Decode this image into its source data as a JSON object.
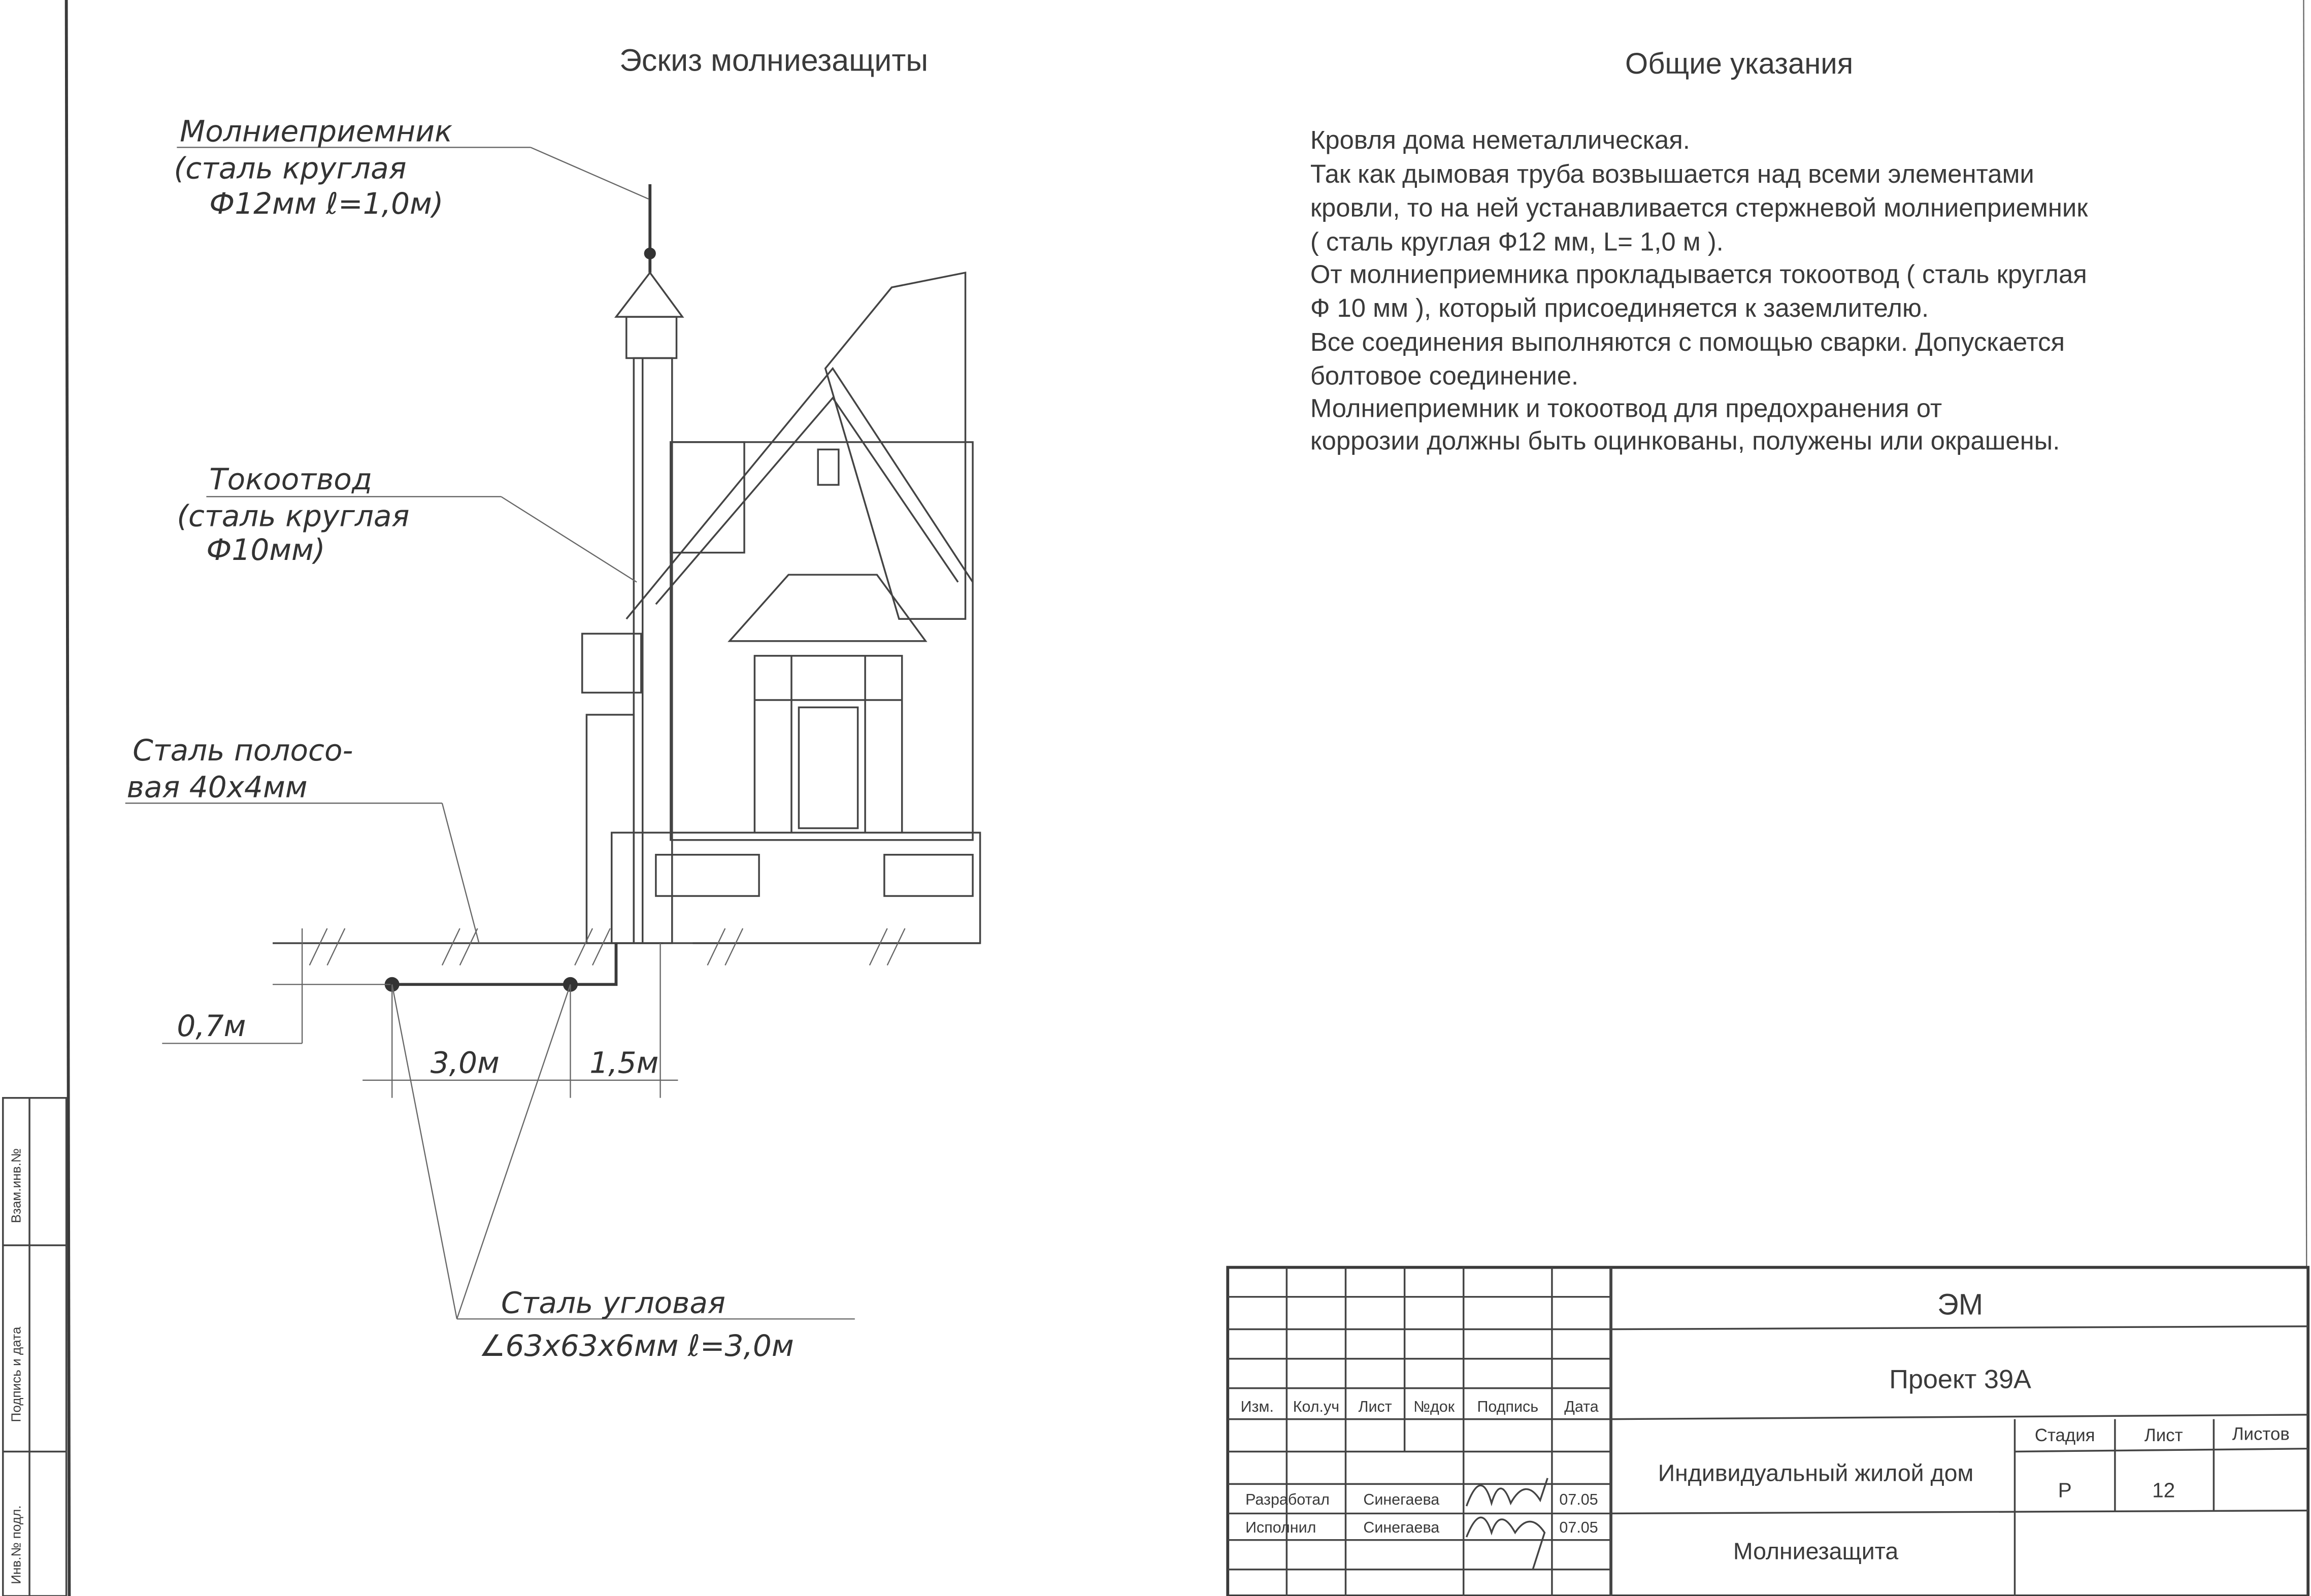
{
  "sketch": {
    "title": "Эскиз молниезащиты",
    "labels": {
      "air_terminal": [
        "Молниеприемник",
        "(сталь круглая",
        "Ф12мм  ℓ=1,0м)"
      ],
      "down_conductor": [
        "Токоотвод",
        "(сталь круглая",
        "Ф10мм)"
      ],
      "strip_steel": [
        "Сталь полосо-",
        "вая 40х4мм"
      ],
      "depth": "0,7м",
      "spacing": "3,0м",
      "offset": "1,5м",
      "angle_steel": [
        "Сталь угловая",
        "∠63х63х6мм  ℓ=3,0м"
      ]
    }
  },
  "notes": {
    "title": "Общие указания",
    "lines": [
      "Кровля дома неметаллическая.",
      "Так как дымовая труба возвышается над всеми элементами",
      "кровли, то на ней устанавливается стержневой молниеприемник",
      "( сталь круглая  Ф12 мм,  L= 1,0 м ).",
      "От молниеприемника прокладывается токоотвод ( сталь круглая",
      "Ф 10 мм ),  который присоединяется к заземлителю.",
      "Все соединения выполняются с помощью сварки. Допускается",
      "болтовое соединение.",
      "Молниеприемник и токоотвод для предохранения от",
      "коррозии должны быть оцинкованы, полужены или окрашены."
    ]
  },
  "title_block": {
    "code": "ЭМ",
    "project": "Проект 39А",
    "object": "Индивидуальный жилой дом",
    "sheet_title": "Молниезащита",
    "headers": [
      "Изм.",
      "Кол.уч",
      "Лист",
      "№док",
      "Подпись",
      "Дата"
    ],
    "rows": [
      {
        "role": "Разработал",
        "name": "Синегаева",
        "date": "07.05"
      },
      {
        "role": "Исполнил",
        "name": "Синегаева",
        "date": "07.05"
      }
    ],
    "stage_label": "Стадия",
    "sheet_label": "Лист",
    "sheets_label": "Листов",
    "stage": "Р",
    "sheet": "12",
    "sheets": ""
  },
  "side_stamp": [
    "Взам.инв.№",
    "Подпись и дата",
    "Инв.№ подл."
  ]
}
